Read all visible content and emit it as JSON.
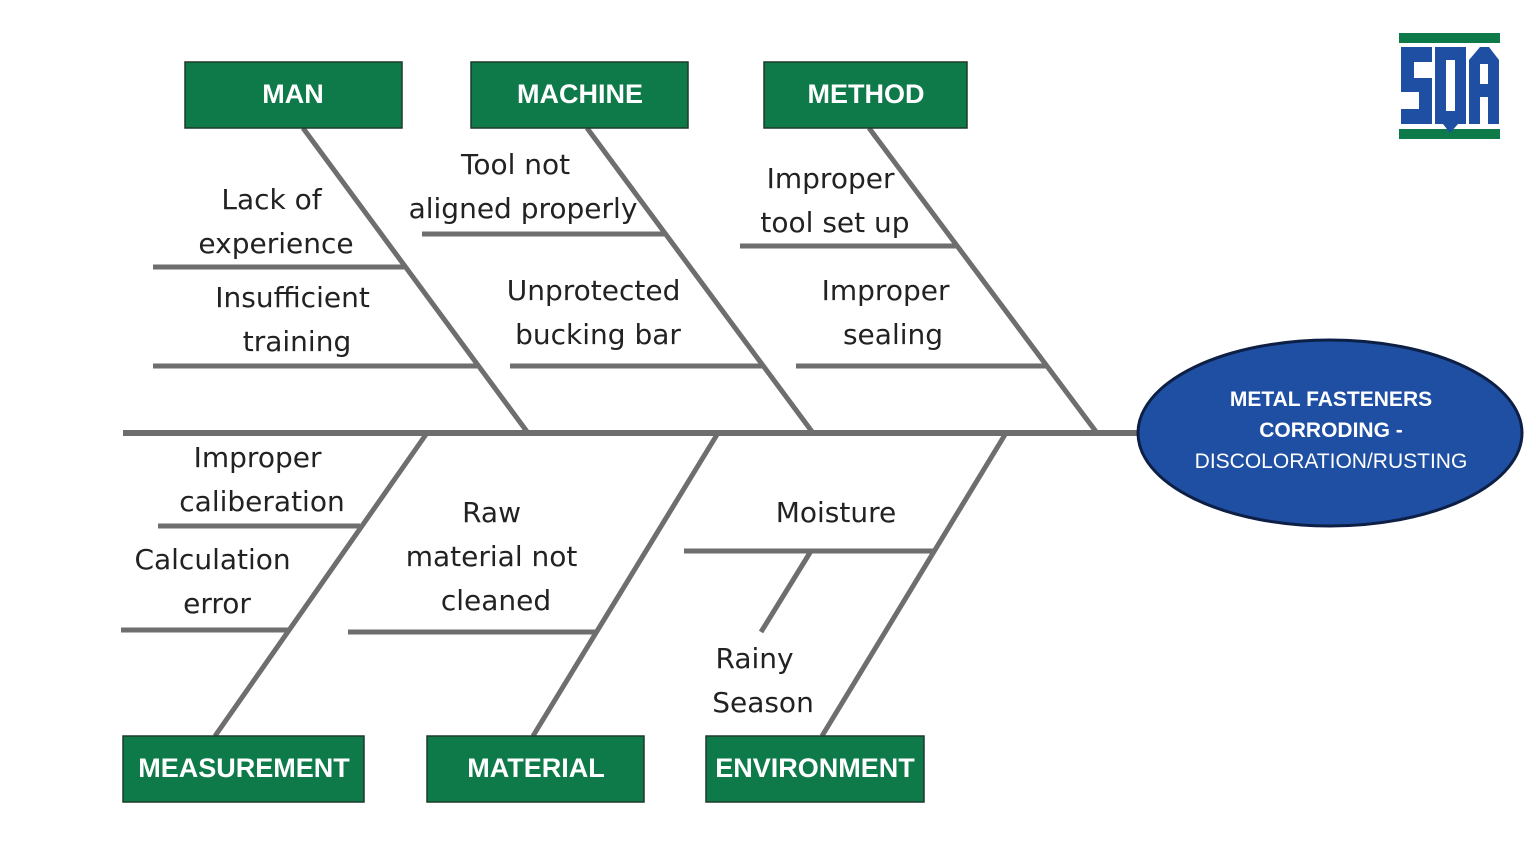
{
  "problem": {
    "line1": "METAL FASTENERS",
    "line2": "CORRODING -",
    "line3": "DISCOLORATION/RUSTING"
  },
  "logo": {
    "text": "SQA",
    "icon": "sqa-logo-icon"
  },
  "categories": {
    "man": {
      "label": "MAN",
      "causes": [
        [
          "Lack of",
          "experience"
        ],
        [
          "Insufficient",
          "training"
        ]
      ]
    },
    "machine": {
      "label": "MACHINE",
      "causes": [
        [
          "Tool not",
          "aligned properly"
        ],
        [
          "Unprotected",
          "bucking bar"
        ]
      ]
    },
    "method": {
      "label": "METHOD",
      "causes": [
        [
          "Improper",
          "tool set up"
        ],
        [
          "Improper",
          "sealing"
        ]
      ]
    },
    "measurement": {
      "label": "MEASUREMENT",
      "causes": [
        [
          "Improper",
          "caliberation"
        ],
        [
          "Calculation",
          "error"
        ]
      ]
    },
    "material": {
      "label": "MATERIAL",
      "causes": [
        [
          "Raw",
          "material not",
          "cleaned"
        ]
      ]
    },
    "environment": {
      "label": "ENVIRONMENT",
      "causes": [
        [
          "Moisture"
        ],
        [
          "Rainy",
          "Season"
        ]
      ]
    }
  },
  "colors": {
    "category_box": "#0e7a4a",
    "problem_head": "#1f4fa3",
    "bones": "#6e6e6e"
  }
}
